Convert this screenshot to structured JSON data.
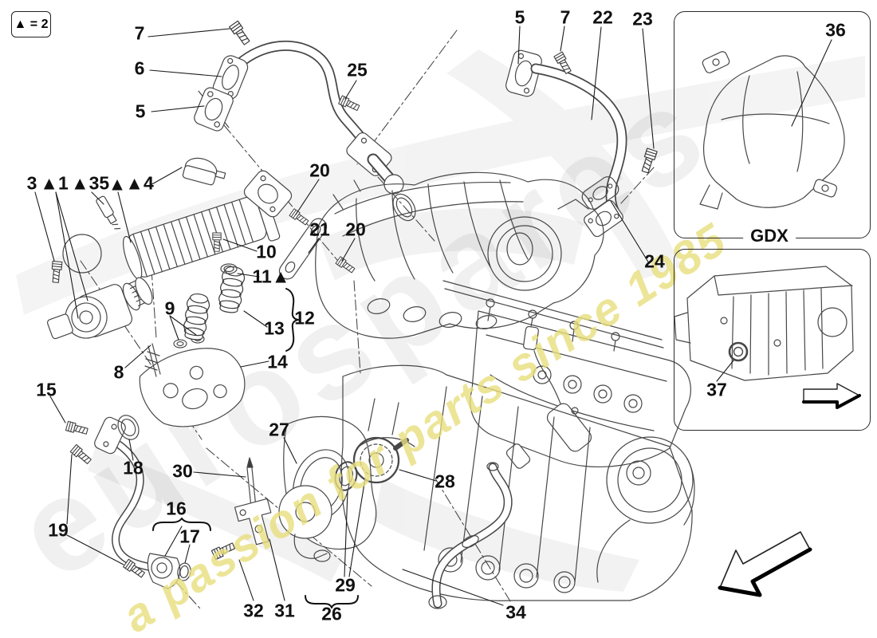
{
  "legend": {
    "label": "▲ = 2"
  },
  "watermark": {
    "brand": "eurospares",
    "slogan": "a passion for parts since 1985",
    "slogan_color": "#e8df7e",
    "brand_color": "#000000"
  },
  "insets": {
    "gdx_code": "GDX"
  },
  "callouts": {
    "n7a": "7",
    "n6": "6",
    "n5a": "5",
    "n25": "25",
    "n5b": "5",
    "n7b": "7",
    "n22": "22",
    "n23": "23",
    "n36": "36",
    "n3": "3",
    "n1": "▲1",
    "n35": "▲35",
    "tri": "▲",
    "n4": "▲4",
    "n20a": "20",
    "n21": "21",
    "n20b": "20",
    "n24": "24",
    "n10": "10",
    "n11": "11▲",
    "n12": "12",
    "n13": "13",
    "n9": "9",
    "n8": "8",
    "n14": "14",
    "n15": "15",
    "n18": "18",
    "n27": "27",
    "n30": "30",
    "n28": "28",
    "n16": "16",
    "n17": "17",
    "n19": "19",
    "n37": "37",
    "n32": "32",
    "n31": "31",
    "n29": "29",
    "n26": "26",
    "n34": "34"
  }
}
